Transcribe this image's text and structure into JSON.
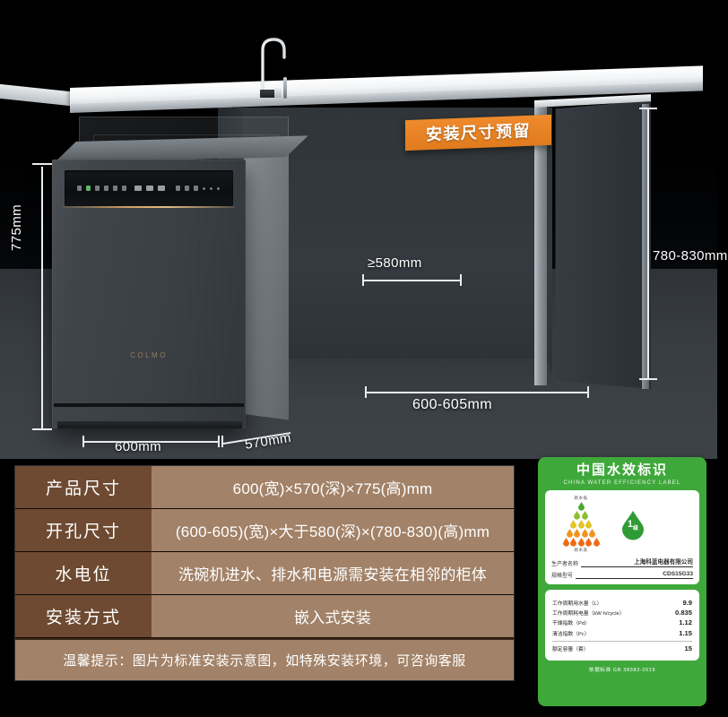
{
  "banner": {
    "text": "安装尺寸预留"
  },
  "dimensions": {
    "product_height": "775mm",
    "product_width": "600mm",
    "product_depth": "570mm",
    "cavity_depth": "≥580mm",
    "cavity_width": "600-605mm",
    "cavity_height": "780-830mm"
  },
  "appliance": {
    "brand": "COLMO"
  },
  "spec_table": {
    "rows": [
      {
        "key": "产品尺寸",
        "value": "600(宽)×570(深)×775(高)mm"
      },
      {
        "key": "开孔尺寸",
        "value": "(600-605)(宽)×大于580(深)×(780-830)(高)mm"
      },
      {
        "key": "水电位",
        "value": "洗碗机进水、排水和电源需安装在相邻的柜体"
      },
      {
        "key": "安装方式",
        "value": "嵌入式安装"
      }
    ],
    "tip": "温馨提示：图片为标准安装示意图，如特殊安装环境，可咨询客服"
  },
  "water_label": {
    "title": "中国水效标识",
    "subtitle": "CHINA WATER EFFICIENCY LABEL",
    "pyramid_top_caption": "耗水低",
    "pyramid_bottom_caption": "耗水高",
    "grade_badge": "1",
    "grade_unit": "级",
    "manufacturer_key": "生产者名称",
    "manufacturer_value": "上海科蓝电器有限公司",
    "model_key": "规格型号",
    "model_value": "CDS15G33",
    "metrics": [
      {
        "name": "工作周期用水量（L）",
        "value": "9.9"
      },
      {
        "name": "工作周期耗电量（kW·h/cycle）",
        "value": "0.835"
      },
      {
        "name": "干燥指数（Pd）",
        "value": "1.12"
      },
      {
        "name": "清洁指数（Pc）",
        "value": "1.15"
      }
    ],
    "capacity": {
      "name": "额定容量（套）",
      "value": "15"
    },
    "standard": "依据标准 GB 38383-2019",
    "colors": {
      "green": "#3fa83b",
      "accent_orange": "#e8801f"
    }
  }
}
